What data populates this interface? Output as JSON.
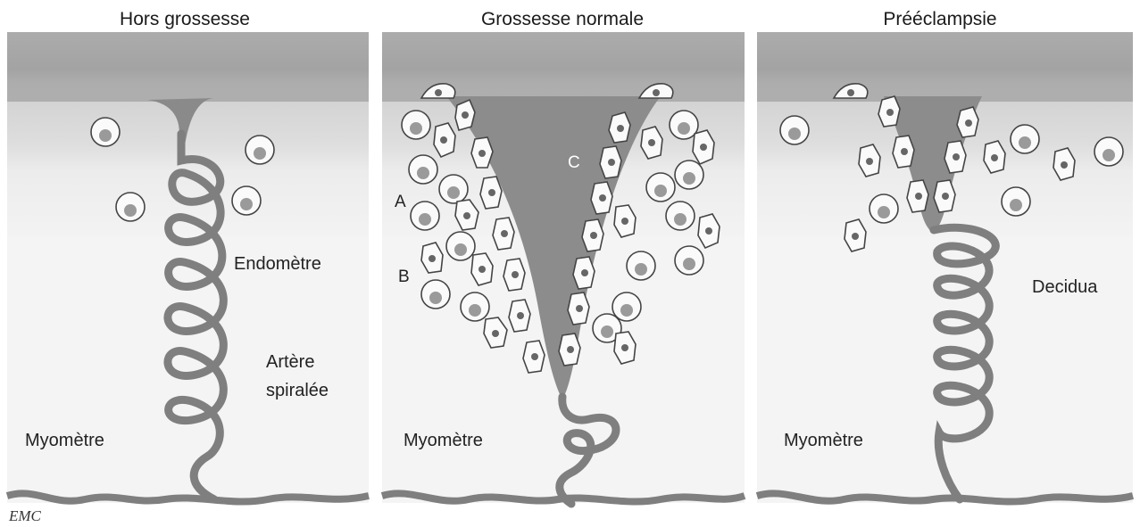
{
  "panels": [
    {
      "title": "Hors grossesse",
      "labels": [
        "Endomètre",
        "Artère",
        "spiralée",
        "Myomètre"
      ]
    },
    {
      "title": "Grossesse normale",
      "labels": [
        "Myomètre"
      ],
      "markers": [
        "A",
        "B",
        "C"
      ]
    },
    {
      "title": "Prééclampsie",
      "labels": [
        "Decidua",
        "Myomètre"
      ]
    }
  ],
  "logo": "EMC",
  "colors": {
    "tissue_dark": "#9a9a9a",
    "endometrium": "#d4d4d4",
    "myometrium": "#f2f2f2",
    "artery": "#7f7f7f",
    "cell_nucleus": "#8e8e8e"
  }
}
